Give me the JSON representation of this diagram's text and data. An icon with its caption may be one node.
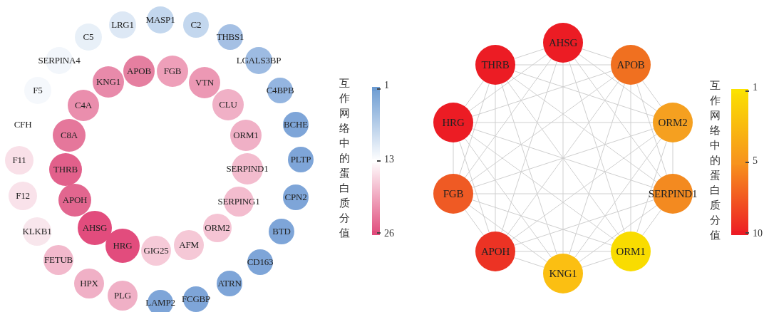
{
  "diagram": {
    "nodes": [
      {
        "text": [
          "MASP1"
        ]
      },
      {
        "text": [
          "C2"
        ]
      },
      {
        "text": [
          "THBS1"
        ]
      },
      {
        "text": [
          "LGALS3BP"
        ]
      },
      {
        "text": [
          "C4BPB"
        ]
      },
      {
        "text": [
          "BCHE"
        ]
      },
      {
        "text": [
          "PLTP"
        ]
      },
      {
        "text": [
          "CPN2"
        ]
      },
      {
        "text": [
          "BTD"
        ]
      },
      {
        "text": [
          "CD163"
        ]
      },
      {
        "text": [
          "ATRN"
        ]
      },
      {
        "text": [
          "FCGBP"
        ]
      },
      {
        "text": [
          "LAMP2"
        ]
      },
      {
        "text": [
          "PLG"
        ]
      },
      {
        "text": [
          "HPX"
        ]
      },
      {
        "text": [
          "FETUB"
        ]
      },
      {
        "text": [
          "KLKB1"
        ]
      },
      {
        "text": [
          "F12"
        ]
      },
      {
        "text": [
          "F11"
        ]
      },
      {
        "text": [
          "CFH"
        ]
      },
      {
        "text": [
          "F5"
        ]
      },
      {
        "text": [
          "SERPINA4"
        ]
      },
      {
        "text": [
          "C5"
        ]
      },
      {
        "text": [
          "LRG1"
        ]
      },
      {
        "text": [
          "APOB"
        ]
      },
      {
        "text": [
          "FGB"
        ]
      },
      {
        "text": [
          "VTN"
        ]
      },
      {
        "text": [
          "CLU"
        ]
      },
      {
        "text": [
          "ORM1"
        ]
      },
      {
        "text": [
          "SERPIND1"
        ]
      },
      {
        "text": [
          "SERPING1"
        ]
      },
      {
        "text": [
          "ORM2"
        ]
      },
      {
        "text": [
          "AFM"
        ]
      },
      {
        "text": [
          "GIG25"
        ]
      },
      {
        "text": [
          "HRG"
        ]
      },
      {
        "text": [
          "AHSG"
        ]
      },
      {
        "text": [
          "APOH"
        ]
      },
      {
        "text": [
          "THRB"
        ]
      },
      {
        "text": [
          "C8A"
        ]
      },
      {
        "text": [
          "C4A"
        ]
      },
      {
        "text": [
          "KNG1"
        ]
      },
      {
        "text": [
          "AHSG"
        ]
      },
      {
        "text": [
          "APOB"
        ]
      },
      {
        "text": [
          "ORM2"
        ]
      },
      {
        "text": [
          "SERPIND1"
        ]
      },
      {
        "text": [
          "ORM1"
        ]
      },
      {
        "text": [
          "KNG1"
        ]
      },
      {
        "text": [
          "APOH"
        ]
      },
      {
        "text": [
          "FGB"
        ]
      },
      {
        "text": [
          "HRG"
        ]
      },
      {
        "text": [
          "THRB"
        ]
      }
    ],
    "edges": [
      {
        "from": 41,
        "to": 42,
        "arrow": "none"
      },
      {
        "from": 41,
        "to": 43,
        "arrow": "none"
      },
      {
        "from": 41,
        "to": 44,
        "arrow": "none"
      },
      {
        "from": 41,
        "to": 45,
        "arrow": "none"
      },
      {
        "from": 41,
        "to": 46,
        "arrow": "none"
      },
      {
        "from": 41,
        "to": 47,
        "arrow": "none"
      },
      {
        "from": 41,
        "to": 48,
        "arrow": "none"
      },
      {
        "from": 41,
        "to": 49,
        "arrow": "none"
      },
      {
        "from": 41,
        "to": 50,
        "arrow": "none"
      },
      {
        "from": 42,
        "to": 43,
        "arrow": "none"
      },
      {
        "from": 42,
        "to": 44,
        "arrow": "none"
      },
      {
        "from": 42,
        "to": 45,
        "arrow": "none"
      },
      {
        "from": 42,
        "to": 46,
        "arrow": "none"
      },
      {
        "from": 42,
        "to": 47,
        "arrow": "none"
      },
      {
        "from": 42,
        "to": 48,
        "arrow": "none"
      },
      {
        "from": 42,
        "to": 49,
        "arrow": "none"
      },
      {
        "from": 42,
        "to": 50,
        "arrow": "none"
      },
      {
        "from": 43,
        "to": 44,
        "arrow": "none"
      },
      {
        "from": 43,
        "to": 45,
        "arrow": "none"
      },
      {
        "from": 43,
        "to": 46,
        "arrow": "none"
      },
      {
        "from": 43,
        "to": 47,
        "arrow": "none"
      },
      {
        "from": 43,
        "to": 48,
        "arrow": "none"
      },
      {
        "from": 43,
        "to": 49,
        "arrow": "none"
      },
      {
        "from": 43,
        "to": 50,
        "arrow": "none"
      },
      {
        "from": 44,
        "to": 45,
        "arrow": "none"
      },
      {
        "from": 44,
        "to": 46,
        "arrow": "none"
      },
      {
        "from": 44,
        "to": 47,
        "arrow": "none"
      },
      {
        "from": 44,
        "to": 48,
        "arrow": "none"
      },
      {
        "from": 44,
        "to": 49,
        "arrow": "none"
      },
      {
        "from": 44,
        "to": 50,
        "arrow": "none"
      },
      {
        "from": 45,
        "to": 46,
        "arrow": "none"
      },
      {
        "from": 45,
        "to": 47,
        "arrow": "none"
      },
      {
        "from": 45,
        "to": 48,
        "arrow": "none"
      },
      {
        "from": 45,
        "to": 49,
        "arrow": "none"
      },
      {
        "from": 45,
        "to": 50,
        "arrow": "none"
      },
      {
        "from": 46,
        "to": 47,
        "arrow": "none"
      },
      {
        "from": 46,
        "to": 48,
        "arrow": "none"
      },
      {
        "from": 46,
        "to": 49,
        "arrow": "none"
      },
      {
        "from": 46,
        "to": 50,
        "arrow": "none"
      },
      {
        "from": 47,
        "to": 48,
        "arrow": "none"
      },
      {
        "from": 47,
        "to": 49,
        "arrow": "none"
      },
      {
        "from": 47,
        "to": 50,
        "arrow": "none"
      },
      {
        "from": 48,
        "to": 49,
        "arrow": "none"
      },
      {
        "from": 48,
        "to": 50,
        "arrow": "none"
      },
      {
        "from": 49,
        "to": 50,
        "arrow": "none"
      }
    ],
    "labels": [
      "互作网络中的蛋白质分值",
      "互作网络中的蛋白质分值"
    ],
    "legend": [
      {
        "text": "1",
        "color": "#6b9bd2"
      },
      {
        "text": "13",
        "color": "#ffffff"
      },
      {
        "text": "26",
        "color": "#e04a7b"
      },
      {
        "text": "1",
        "color": "#fbe200"
      },
      {
        "text": "5",
        "color": "#f7941d"
      },
      {
        "text": "10",
        "color": "#ed1c24"
      }
    ]
  }
}
